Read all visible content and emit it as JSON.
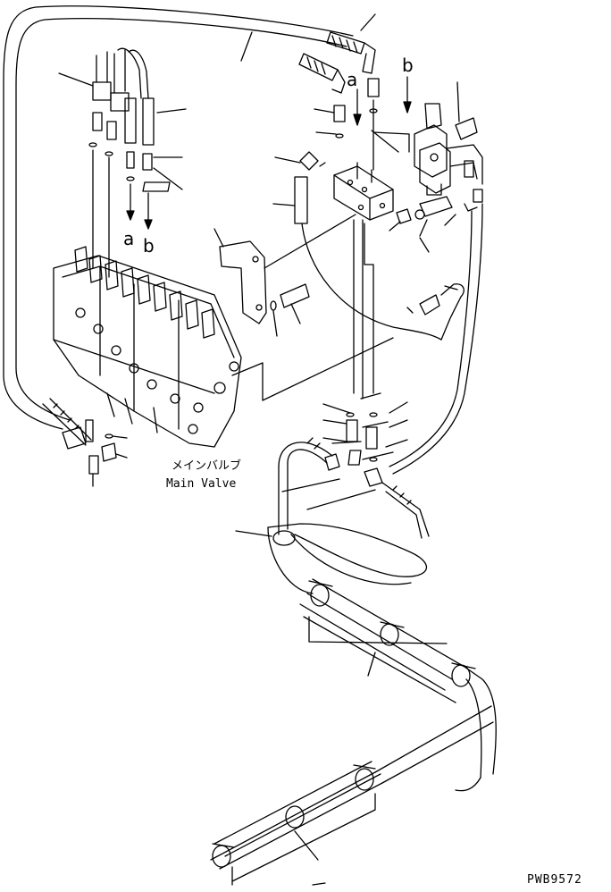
{
  "diagram": {
    "main_valve_jp": "メインバルブ",
    "main_valve_en": "Main Valve",
    "marker_a": "a",
    "marker_b": "b",
    "drawing_code": "PWB9572"
  },
  "colors": {
    "line": "#000000",
    "background": "#ffffff"
  }
}
